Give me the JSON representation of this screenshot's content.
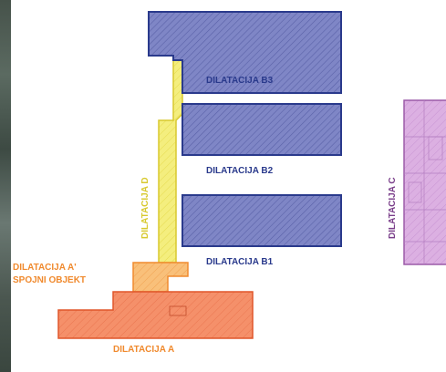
{
  "labels": {
    "b3": "DILATACIJA B3",
    "b2": "DILATACIJA B2",
    "b1": "DILATACIJA B1",
    "d": "DILATACIJA D",
    "c": "DILATACIJA C",
    "a_prime_line1": "DILATACIJA A'",
    "a_prime_line2": "SPOJNI OBJEKT",
    "a": "DILATACIJA A"
  },
  "colors": {
    "blue_fill": "#7f86c6",
    "blue_stroke": "#2a3a8c",
    "yellow_fill": "#f4ee7e",
    "yellow_stroke": "#d8c92e",
    "orange_fill": "#f9c07a",
    "orange_stroke": "#f08a2e",
    "red_fill": "#f5906a",
    "red_stroke": "#e0562a",
    "purple_fill": "#d9a8e0",
    "purple_stroke": "#9b5aa8"
  }
}
